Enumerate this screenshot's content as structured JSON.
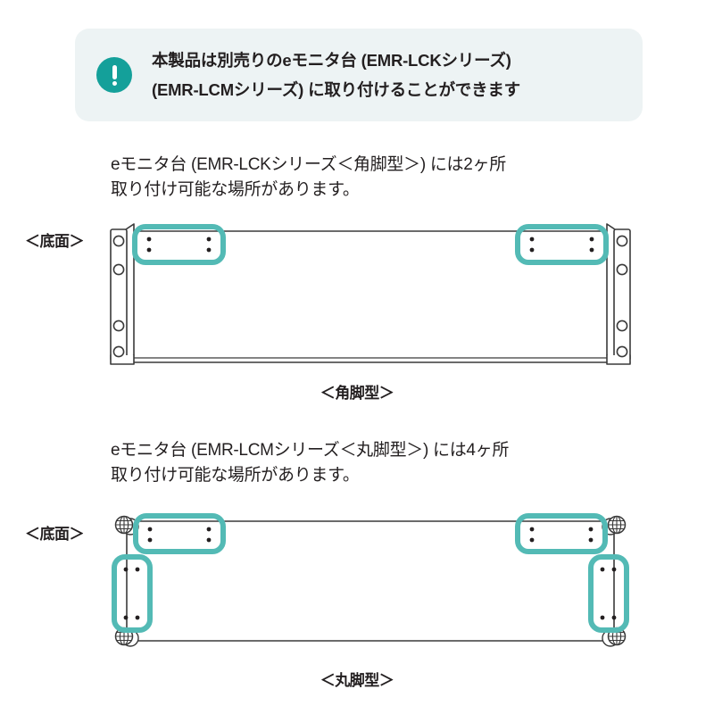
{
  "notice": {
    "icon": "exclamation-icon",
    "bg_color": "#edf3f4",
    "icon_color": "#14a09a",
    "line1": "本製品は別売りのeモニタ台 (EMR-LCKシリーズ)",
    "line2": "(EMR-LCMシリーズ) に取り付けることができます"
  },
  "sections": [
    {
      "paragraph_line1": "eモニタ台 (EMR-LCKシリーズ＜角脚型＞) には2ヶ所",
      "paragraph_line2": "取り付け可能な場所があります。",
      "side_label": "＜底面＞",
      "caption": "＜角脚型＞",
      "mount_count": 2,
      "leg_type": "square-leg",
      "leg_hole_count": 4,
      "highlight_color": "#53bab5",
      "line_color": "#3a3a3a"
    },
    {
      "paragraph_line1": "eモニタ台 (EMR-LCMシリーズ＜丸脚型＞) には4ヶ所",
      "paragraph_line2": "取り付け可能な場所があります。",
      "side_label": "＜底面＞",
      "caption": "＜丸脚型＞",
      "mount_count": 4,
      "leg_type": "round-leg-caster",
      "caster_count": 4,
      "highlight_color": "#53bab5",
      "line_color": "#3a3a3a"
    }
  ]
}
